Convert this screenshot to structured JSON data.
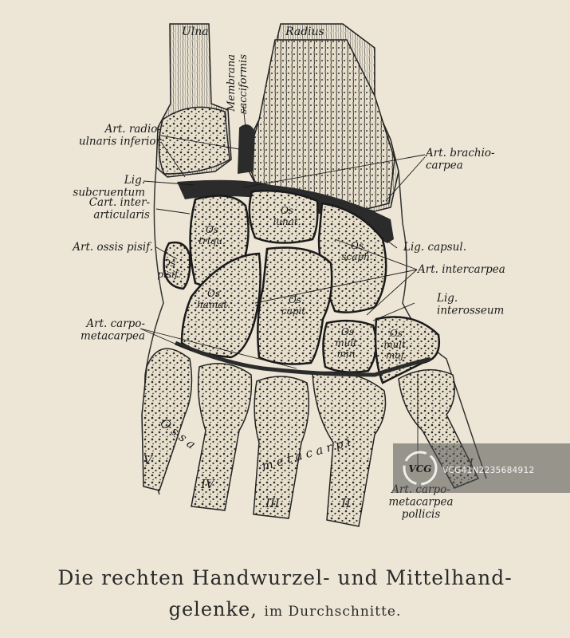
{
  "bone_labels": {
    "ulna": "Ulna",
    "radius": "Radius",
    "triquetrum": "Os\ntriqu.",
    "lunatum": "Os\nlunat.",
    "scaphoid": "Os\nscaph.",
    "pisiforme": "Os\npisif.",
    "hamatum": "Os\nhamat.",
    "capitatum": "Os\ncapit.",
    "multangulum_minus": "Os\nmult.\nmin.",
    "multangulum_majus": "Os\nmult.\nmaj."
  },
  "annotations": {
    "membrana": "Membrana\nsacciformis",
    "art_radioulnaris": "Art. radio-\nulnaris inferior",
    "lig_subcruentum": "Lig.\nsubcruentum",
    "cart_interarticularis": "Cart. inter-\narticularis",
    "art_brachiocarpea": "Art. brachio-\ncarpea",
    "art_ossis_pisif": "Art. ossis pisif.",
    "lig_capsul": "Lig. capsul.",
    "art_intercarpea": "Art. intercarpea",
    "lig_interosseum": "Lig.\ninterosseum",
    "art_carpometacarpea": "Art. carpo-\nmetacarpea",
    "art_carpometacarpea_pollicis": "Art. carpo-\nmetacarpea\npollicis"
  },
  "metacarpal_labels": {
    "ossa": "O s s a",
    "metacarpi": "m e t a c a r p i",
    "numerals": [
      "V",
      "IV",
      "III",
      "II",
      "I"
    ]
  },
  "caption": {
    "line1": "Die rechten Handwurzel- und Mittelhand-",
    "line2_main": "gelenke,",
    "line2_small": "im Durchschnitte."
  },
  "watermark": {
    "logo_text": "VCG",
    "id_text": "VCG41N2235684912"
  },
  "colors": {
    "paper": "#ede6d6",
    "ink": "#1a1a1a",
    "bone": "#e7dfcc",
    "cavity": "#2b2b2b"
  }
}
